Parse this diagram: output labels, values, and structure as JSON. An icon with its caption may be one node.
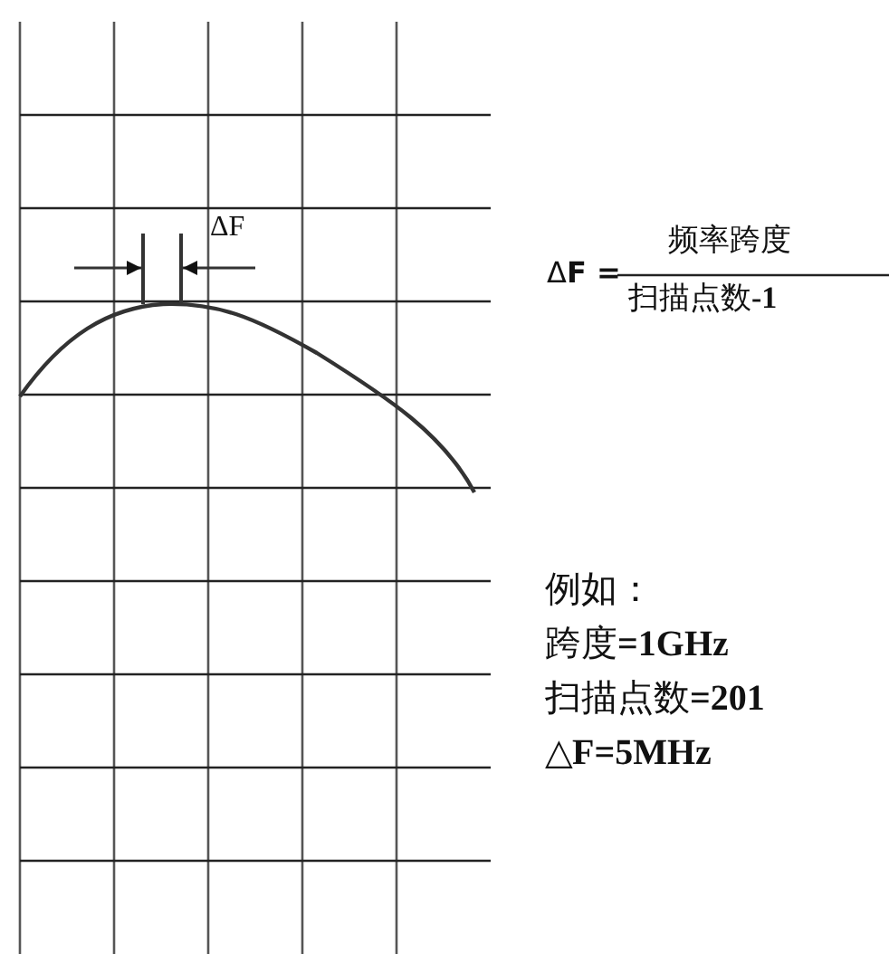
{
  "diagram": {
    "labels": [
      "ΔF",
      "Δ**F =**",
      "频率跨度",
      "扫描点数**-1**",
      "例如：",
      "跨度**=1GHz**",
      "扫描点数**=201**",
      "△**F=5MHz**"
    ]
  }
}
